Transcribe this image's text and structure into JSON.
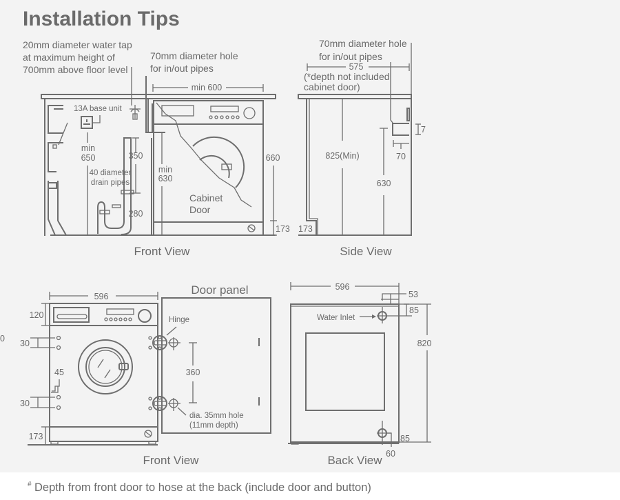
{
  "title": "Installation Tips",
  "front_top": {
    "tap_note": [
      "20mm diameter water tap",
      "at maximum height of",
      "700mm above floor level"
    ],
    "hole_note": [
      "70mm diameter hole",
      "for in/out pipes"
    ],
    "min600": "min 600",
    "base_unit": "13A base unit",
    "min650": [
      "min",
      "650"
    ],
    "d350": "350",
    "drain": [
      "40 diameter",
      "drain pipes"
    ],
    "d280": "280",
    "min630": [
      "min",
      "630"
    ],
    "cabinet_door": [
      "Cabinet",
      "Door"
    ],
    "d660": "660",
    "d173": "173",
    "caption": "Front View"
  },
  "side": {
    "hole_note": [
      "70mm diameter hole",
      "for in/out pipes"
    ],
    "d575": "575",
    "depth_note": [
      "(*depth not included",
      "cabinet door)"
    ],
    "d825": "825(Min)",
    "d630": "630",
    "d7": "7",
    "d70": "70",
    "d173": "173",
    "caption": "Side View"
  },
  "front_bottom": {
    "d596": "596",
    "d120": "120",
    "cut0": "0",
    "d30a": "30",
    "d45": "45",
    "d30b": "30",
    "d173": "173",
    "door_panel": "Door panel",
    "hinge": "Hinge",
    "d360": "360",
    "hole_note": [
      "dia. 35mm hole",
      "(11mm depth)"
    ],
    "caption": "Front View"
  },
  "back": {
    "d596": "596",
    "d53": "53",
    "d85a": "85",
    "water_inlet": "Water Inlet",
    "d820": "820",
    "d85b": "85",
    "d60": "60",
    "caption": "Back View"
  },
  "footnote": {
    "mark": "#",
    "text": "Depth from front door to hose at the back (include door and button)"
  }
}
